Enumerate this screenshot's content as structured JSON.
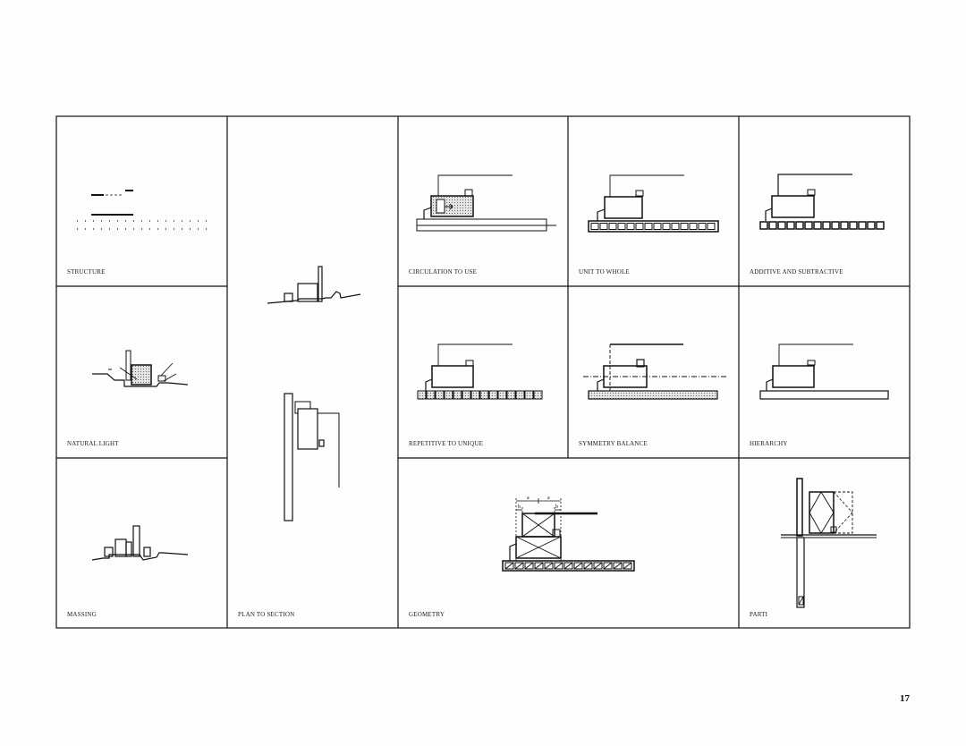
{
  "labels": {
    "structure": "STRUCTURE",
    "natural_light": "NATURAL LIGHT",
    "massing": "MASSING",
    "plan_to_section": "PLAN TO SECTION",
    "circulation_to_use": "CIRCULATION TO USE",
    "unit_to_whole": "UNIT TO WHOLE",
    "additive_and_subtractive": "ADDITIVE AND SUBTRACTIVE",
    "repetitive_to_unique": "REPETITIVE TO UNIQUE",
    "symmetry_balance": "SYMMETRY BALANCE",
    "hierarchy": "HIERARCHY",
    "geometry": "GEOMETRY",
    "parti": "PARTI"
  },
  "geometry_annotations": {
    "a": "a",
    "b": "b"
  },
  "page_number": "17",
  "colors": {
    "ink": "#111111",
    "hatch_fill": "#c8c8c8",
    "background": "#fdfdfd"
  }
}
